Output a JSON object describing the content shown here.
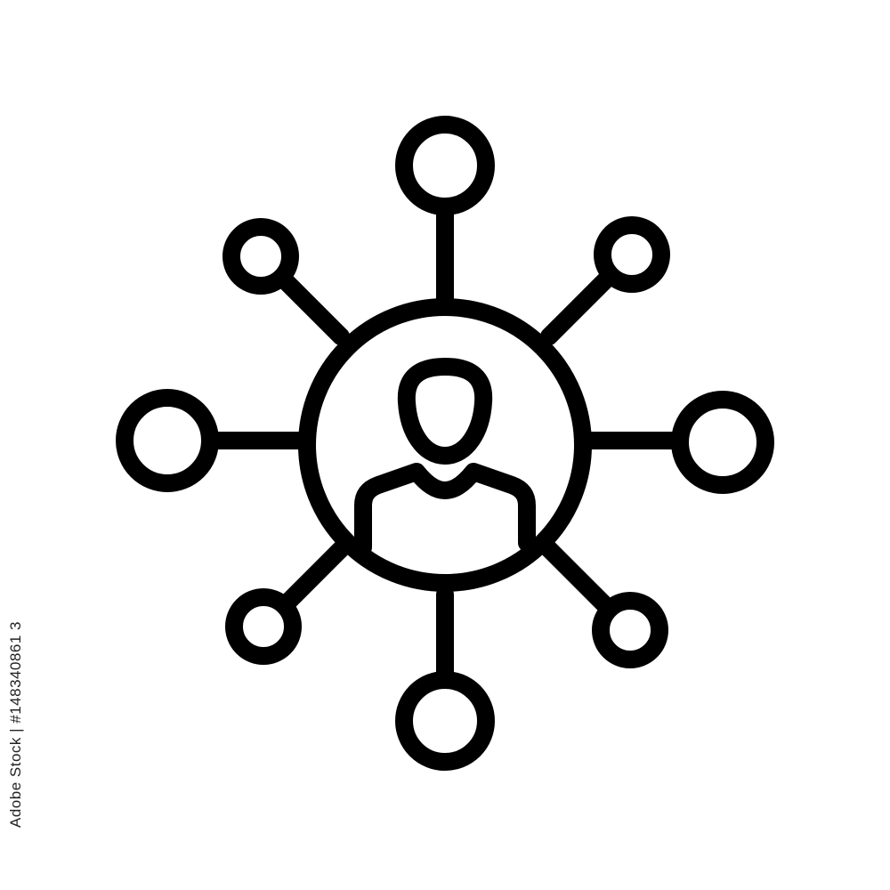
{
  "icon": {
    "name": "user-network-icon",
    "stroke_color": "#000000",
    "background_color": "#ffffff",
    "satellite_count": 8,
    "center_figure": "person"
  },
  "watermark": {
    "text": "Adobe Stock | #148340861 3"
  }
}
